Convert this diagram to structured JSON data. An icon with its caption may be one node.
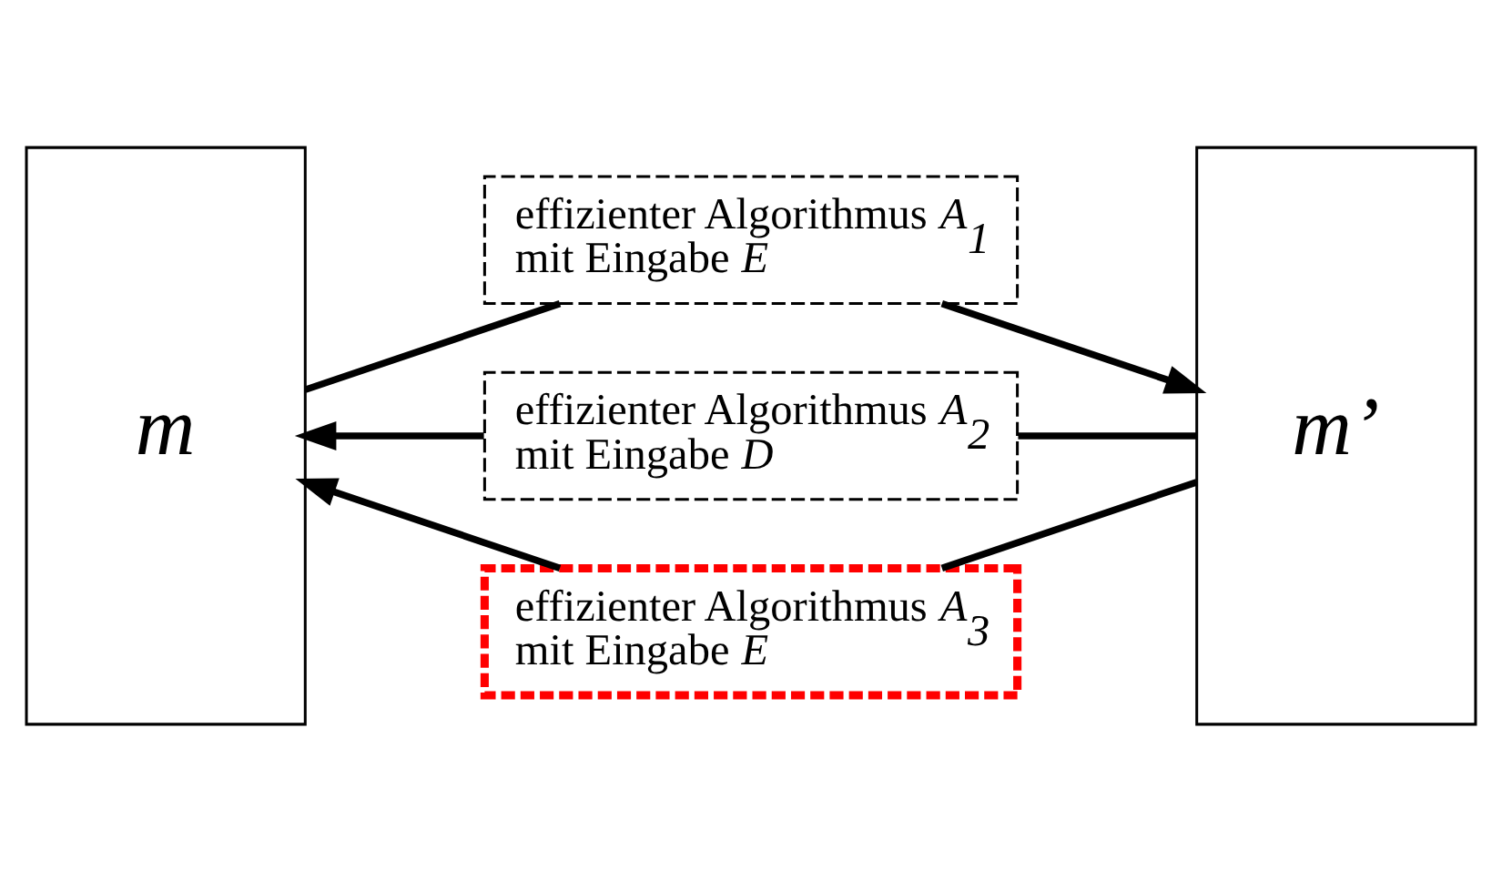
{
  "diagram": {
    "nodes": [
      {
        "text": [
          "m"
        ]
      },
      {
        "text": [
          "m’"
        ]
      },
      {
        "text": [
          "effizienter Algorithmus *A*$_{1}$ mit Eingabe *E*"
        ]
      },
      {
        "text": [
          "effizienter Algorithmus *A*$_{2}$ mit Eingabe *D*"
        ]
      },
      {
        "text": [
          "effizienter Algorithmus *A*$_{3}$ mit Eingabe *E*"
        ]
      }
    ],
    "edges": [
      {
        "from": 0,
        "to": 2,
        "arrow": "none"
      },
      {
        "from": 2,
        "to": 1,
        "arrow": "to"
      },
      {
        "from": 1,
        "to": 3,
        "arrow": "none"
      },
      {
        "from": 3,
        "to": 0,
        "arrow": "to"
      },
      {
        "from": 1,
        "to": 4,
        "arrow": "none"
      },
      {
        "from": 4,
        "to": 0,
        "arrow": "to"
      }
    ]
  }
}
